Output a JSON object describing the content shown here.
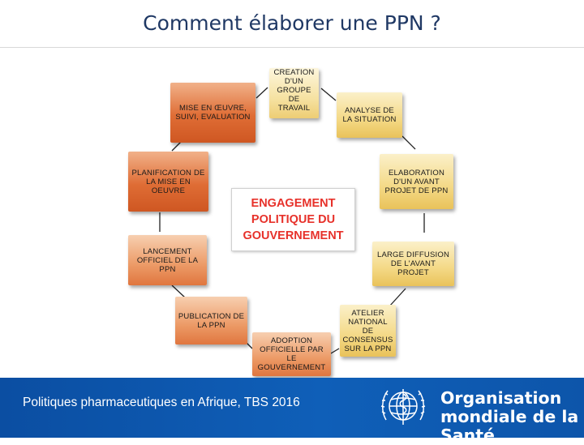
{
  "header": {
    "title": "Comment élaborer une PPN ?"
  },
  "diagram": {
    "center": [
      "ENGAGEMENT",
      "POLITIQUE DU",
      "GOUVERNEMENT"
    ],
    "steps": {
      "creation": "CREATION D'UN GROUPE DE TRAVAIL",
      "analyse": "ANALYSE DE LA SITUATION",
      "elaboration": "ELABORATION D'UN AVANT PROJET DE PPN",
      "diffusion": "LARGE DIFFUSION DE L'AVANT PROJET",
      "atelier": "ATELIER NATIONAL DE CONSENSUS SUR LA PPN",
      "adoption": "ADOPTION OFFICIELLE PAR LE GOUVERNEMENT",
      "publication": "PUBLICATION DE LA PPN",
      "lancement": "LANCEMENT OFFICIEL DE LA PPN",
      "planification": "PLANIFICATION DE LA MISE EN OEUVRE",
      "mise_en_oeuvre": "MISE EN ŒUVRE, SUIVI, EVALUATION"
    }
  },
  "footer": {
    "text": "Politiques pharmaceutiques en Afrique, TBS 2016",
    "org_line1": "Organisation",
    "org_line2": "mondiale de la Santé"
  },
  "colors": {
    "title": "#1f3864",
    "center_text": "#e7312a",
    "footer_bg": "#0b4ea2"
  }
}
